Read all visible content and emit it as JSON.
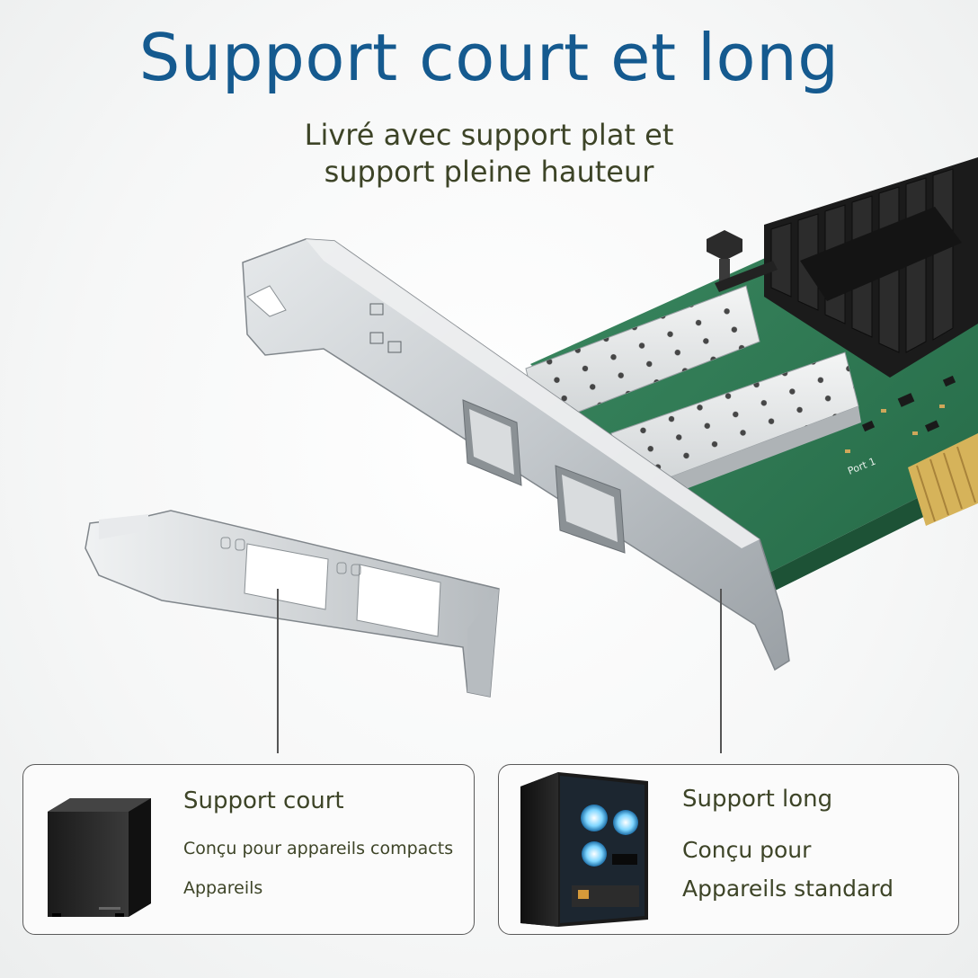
{
  "header": {
    "title": "Support court et long",
    "subtitle_line1": "Livré avec support plat et",
    "subtitle_line2": "support pleine hauteur"
  },
  "product": {
    "port_label": "Port 1"
  },
  "cards": {
    "short": {
      "title": "Support court",
      "line1": "Conçu pour appareils compacts",
      "line2": "Appareils",
      "icon": "compact-pc-case-icon"
    },
    "long": {
      "title": "Support long",
      "line1": "Conçu pour",
      "line2": "Appareils standard",
      "icon": "tower-pc-case-icon"
    }
  },
  "colors": {
    "title": "#155a8f",
    "text": "#3d4427",
    "pcb": "#2f7a55",
    "heatsink": "#1b1b1b",
    "bracket": "#c9cdd0"
  }
}
